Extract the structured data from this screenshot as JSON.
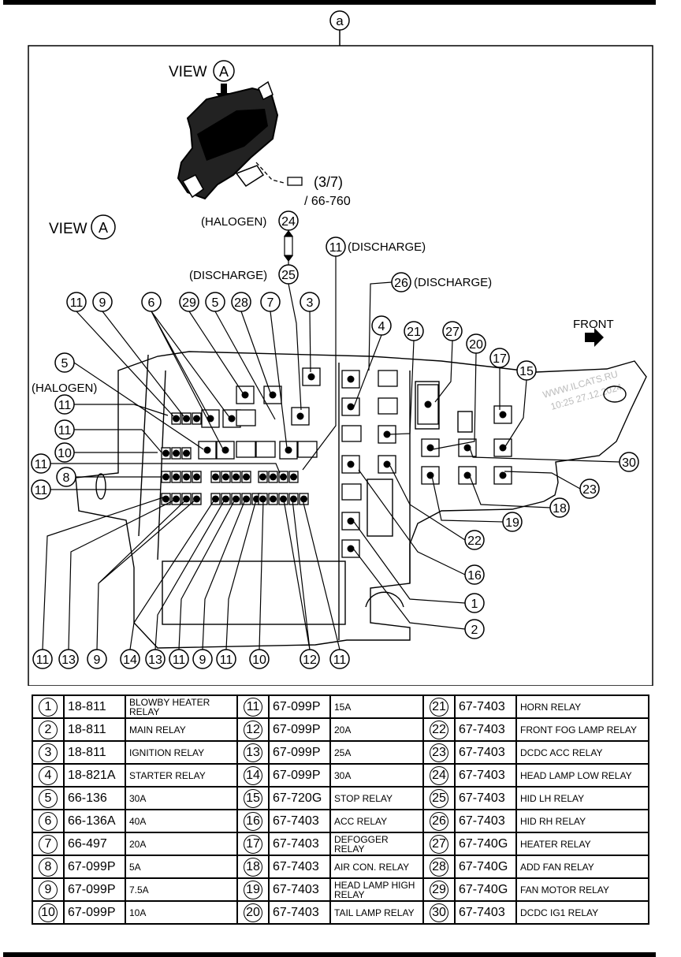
{
  "top_marker": "a",
  "view_header": {
    "label": "VIEW",
    "letter": "A"
  },
  "view_label": {
    "label": "VIEW",
    "letter": "A"
  },
  "screw_ref": {
    "qty": "(3/7)",
    "part": "/ 66-760"
  },
  "front_label": "FRONT",
  "watermark": [
    "WWW.ILCATS.RU",
    "10:25 27.12.2024"
  ],
  "callout_texts": {
    "halogen_top": "(HALOGEN)",
    "discharge_25": "(DISCHARGE)",
    "discharge_11": "(DISCHARGE)",
    "discharge_26": "(DISCHARGE)",
    "halogen_left": "(HALOGEN)"
  },
  "callouts": {
    "c24": "24",
    "c25": "25",
    "c11a": "11",
    "c26": "26",
    "c11_top": "11",
    "c9_top": "9",
    "c6_top": "6",
    "c29_top": "29",
    "c5_top": "5",
    "c28_top": "28",
    "c7_top": "7",
    "c3_top": "3",
    "c4": "4",
    "c21": "21",
    "c27": "27",
    "c20": "20",
    "c17": "17",
    "c15": "15",
    "c5_left": "5",
    "c11_l1": "11",
    "c11_l2": "11",
    "c10_left": "10",
    "c11_l3": "11",
    "c8_left": "8",
    "c11_l4": "11",
    "c30": "30",
    "c23": "23",
    "c18": "18",
    "c19": "19",
    "c22": "22",
    "c16": "16",
    "c1": "1",
    "c2": "2",
    "b11a": "11",
    "b13a": "13",
    "b9a": "9",
    "b14": "14",
    "b13b": "13",
    "b11b": "11",
    "b9b": "9",
    "b11c": "11",
    "b10": "10",
    "b12": "12",
    "b11d": "11"
  },
  "parts_table": [
    [
      {
        "no": "1",
        "pn": "18-811",
        "desc": "BLOWBY HEATER RELAY"
      },
      {
        "no": "11",
        "pn": "67-099P",
        "desc": "15A"
      },
      {
        "no": "21",
        "pn": "67-7403",
        "desc": "HORN RELAY"
      }
    ],
    [
      {
        "no": "2",
        "pn": "18-811",
        "desc": "MAIN RELAY"
      },
      {
        "no": "12",
        "pn": "67-099P",
        "desc": "20A"
      },
      {
        "no": "22",
        "pn": "67-7403",
        "desc": "FRONT FOG LAMP RELAY"
      }
    ],
    [
      {
        "no": "3",
        "pn": "18-811",
        "desc": "IGNITION RELAY"
      },
      {
        "no": "13",
        "pn": "67-099P",
        "desc": "25A"
      },
      {
        "no": "23",
        "pn": "67-7403",
        "desc": "DCDC ACC RELAY"
      }
    ],
    [
      {
        "no": "4",
        "pn": "18-821A",
        "desc": "STARTER RELAY"
      },
      {
        "no": "14",
        "pn": "67-099P",
        "desc": "30A"
      },
      {
        "no": "24",
        "pn": "67-7403",
        "desc": "HEAD LAMP LOW RELAY"
      }
    ],
    [
      {
        "no": "5",
        "pn": "66-136",
        "desc": "30A"
      },
      {
        "no": "15",
        "pn": "67-720G",
        "desc": "STOP RELAY"
      },
      {
        "no": "25",
        "pn": "67-7403",
        "desc": "HID LH RELAY"
      }
    ],
    [
      {
        "no": "6",
        "pn": "66-136A",
        "desc": "40A"
      },
      {
        "no": "16",
        "pn": "67-7403",
        "desc": "ACC RELAY"
      },
      {
        "no": "26",
        "pn": "67-7403",
        "desc": "HID RH RELAY"
      }
    ],
    [
      {
        "no": "7",
        "pn": "66-497",
        "desc": "20A"
      },
      {
        "no": "17",
        "pn": "67-7403",
        "desc": "DEFOGGER RELAY"
      },
      {
        "no": "27",
        "pn": "67-740G",
        "desc": "HEATER RELAY"
      }
    ],
    [
      {
        "no": "8",
        "pn": "67-099P",
        "desc": "5A"
      },
      {
        "no": "18",
        "pn": "67-7403",
        "desc": "AIR CON. RELAY"
      },
      {
        "no": "28",
        "pn": "67-740G",
        "desc": "ADD FAN RELAY"
      }
    ],
    [
      {
        "no": "9",
        "pn": "67-099P",
        "desc": "7.5A"
      },
      {
        "no": "19",
        "pn": "67-7403",
        "desc": "HEAD LAMP HIGH RELAY"
      },
      {
        "no": "29",
        "pn": "67-740G",
        "desc": "FAN MOTOR RELAY"
      }
    ],
    [
      {
        "no": "10",
        "pn": "67-099P",
        "desc": "10A"
      },
      {
        "no": "20",
        "pn": "67-7403",
        "desc": "TAIL LAMP RELAY"
      },
      {
        "no": "30",
        "pn": "67-7403",
        "desc": "DCDC IG1 RELAY"
      }
    ]
  ]
}
